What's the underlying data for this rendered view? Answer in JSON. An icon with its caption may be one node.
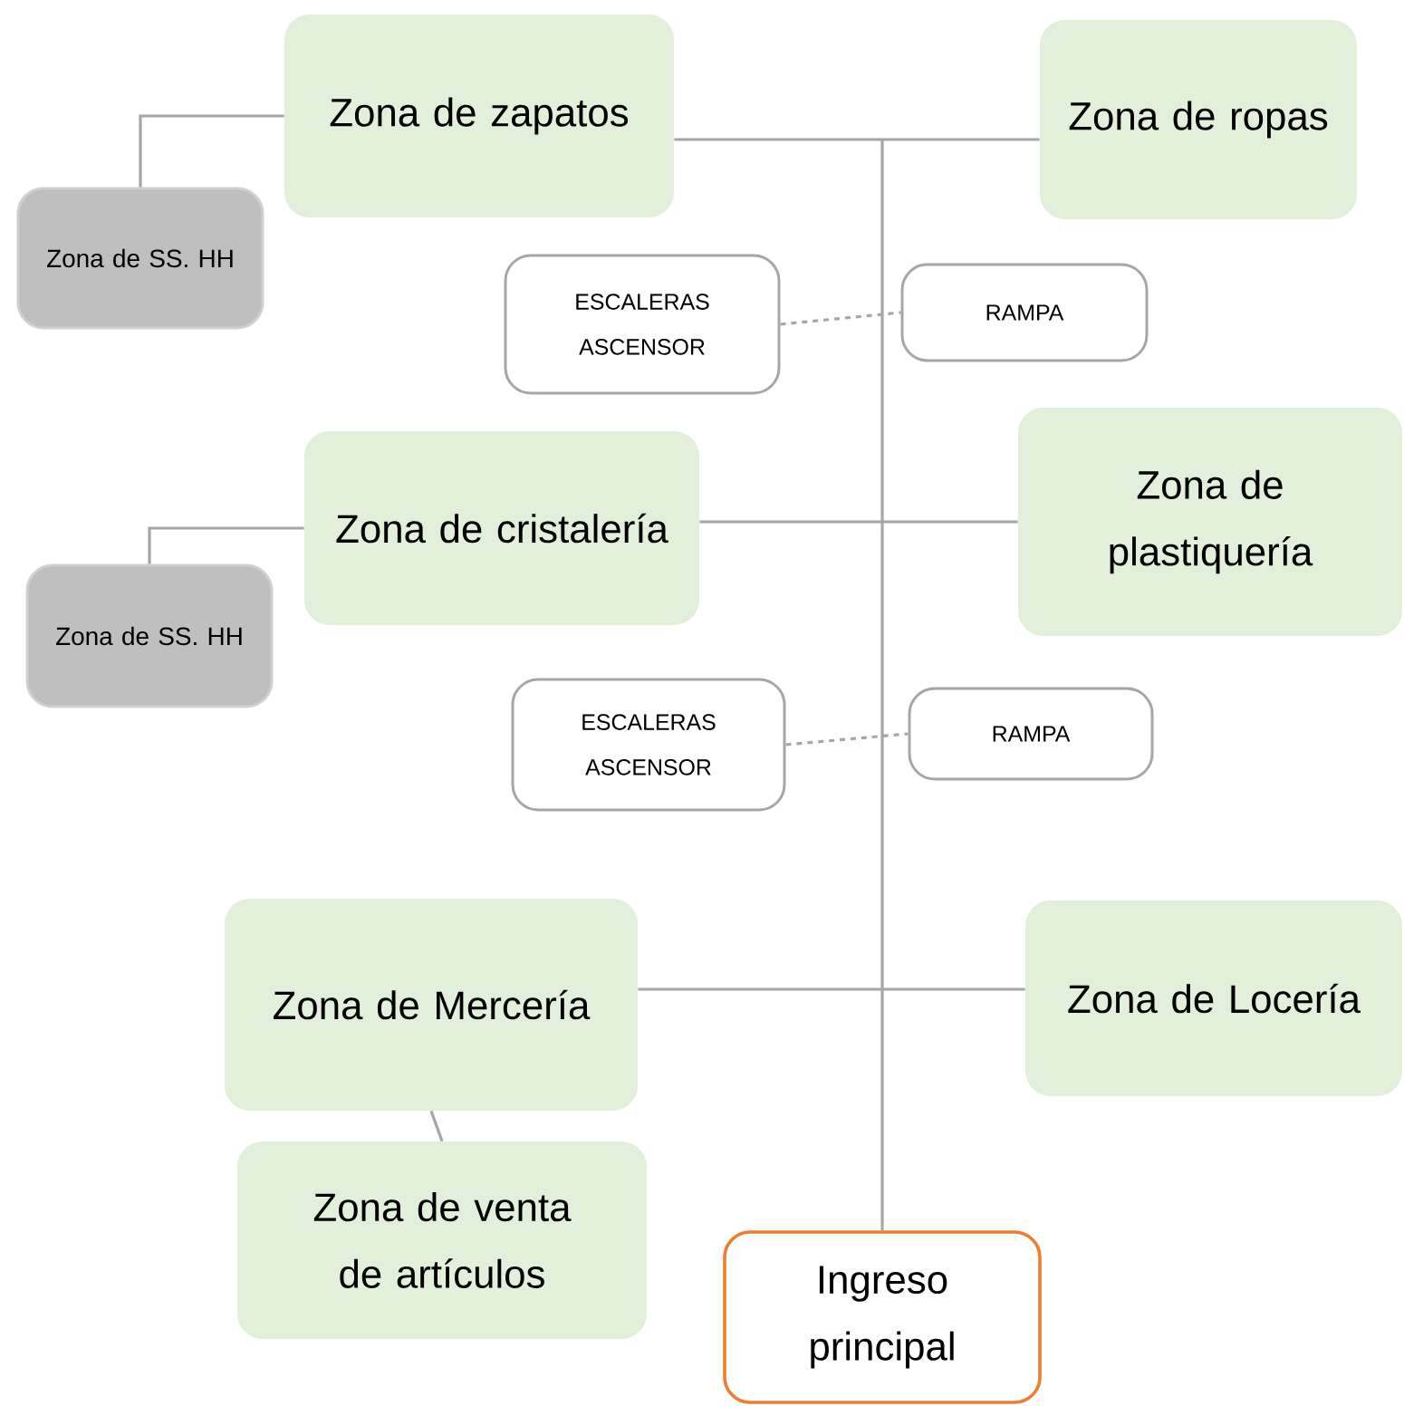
{
  "diagram": {
    "nodes": [
      {
        "text": [
          "Zona de zapatos"
        ]
      },
      {
        "text": [
          "Zona de ropas"
        ]
      },
      {
        "text": [
          "Zona de SS. HH"
        ]
      },
      {
        "text": [
          "ESCALERAS ASCENSOR"
        ]
      },
      {
        "text": [
          "RAMPA"
        ]
      },
      {
        "text": [
          "Zona de cristalería"
        ]
      },
      {
        "text": [
          "Zona de plastiquería"
        ]
      },
      {
        "text": [
          "Zona de SS. HH"
        ]
      },
      {
        "text": [
          "ESCALERAS ASCENSOR"
        ]
      },
      {
        "text": [
          "RAMPA"
        ]
      },
      {
        "text": [
          "Zona de Mercería"
        ]
      },
      {
        "text": [
          "Zona de Locería"
        ]
      },
      {
        "text": [
          "Zona de venta de artículos"
        ]
      },
      {
        "text": [
          "Ingreso principal"
        ]
      }
    ],
    "edges": [
      {
        "from": 0,
        "to": 1,
        "arrow": "none"
      },
      {
        "from": 2,
        "to": 0,
        "arrow": "none"
      },
      {
        "from": 3,
        "to": 4,
        "arrow": "none",
        "style": "dashed"
      },
      {
        "from": 5,
        "to": 6,
        "arrow": "none"
      },
      {
        "from": 7,
        "to": 5,
        "arrow": "none"
      },
      {
        "from": 8,
        "to": 9,
        "arrow": "none",
        "style": "dashed"
      },
      {
        "from": 10,
        "to": 11,
        "arrow": "none"
      },
      {
        "from": 10,
        "to": 12,
        "arrow": "none"
      },
      {
        "from": 13,
        "to": null,
        "arrow": "none"
      }
    ]
  }
}
